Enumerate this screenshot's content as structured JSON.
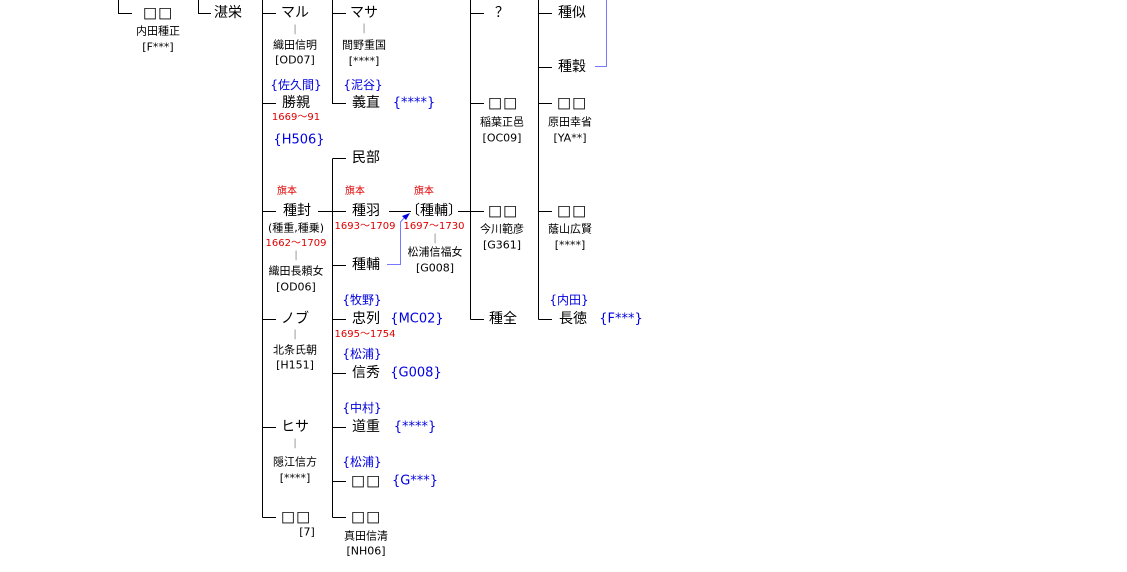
{
  "gen1": {
    "name": "□□",
    "spouse": "内田種正",
    "code": "[F***]"
  },
  "gen2": {
    "name": "湛栄"
  },
  "gen3": {
    "maru": {
      "name": "マル",
      "spouse": "織田信明",
      "code": "[OD07]"
    },
    "katsuchika": {
      "adopt": "{佐久間}",
      "name": "勝親",
      "years": "1669～91",
      "code": "{H506}"
    },
    "tanekane": {
      "rank": "旗本",
      "name": "種封",
      "alias": "(種重,種乗)",
      "years": "1662～1709",
      "spouse": "織田長頼女",
      "code": "[OD06]"
    },
    "nobu": {
      "name": "ノブ",
      "spouse": "北条氏朝",
      "code": "[H151]"
    },
    "hisa": {
      "name": "ヒサ",
      "spouse": "隠江信方",
      "code": "[****]"
    },
    "unknown": {
      "name": "□□",
      "code": "[7]"
    }
  },
  "gen4": {
    "masa": {
      "name": "マサ",
      "spouse": "間野重国",
      "code": "[****]"
    },
    "yoshinao": {
      "adopt": "{泥谷}",
      "name": "義直",
      "code": "{****}"
    },
    "minbu": {
      "name": "民部"
    },
    "taneha": {
      "rank": "旗本",
      "name": "種羽",
      "years": "1693～1709"
    },
    "tanesuke": {
      "name": "種輔"
    },
    "tadatsura": {
      "adopt": "{牧野}",
      "name": "忠列",
      "code": "{MC02}",
      "years": "1695～1754"
    },
    "nobuhide": {
      "adopt": "{松浦}",
      "name": "信秀",
      "code": "{G008}"
    },
    "michishige": {
      "adopt": "{中村}",
      "name": "道重",
      "code": "{****}"
    },
    "unknown1": {
      "adopt": "{松浦}",
      "name": "□□",
      "code": "{G***}"
    },
    "unknown2": {
      "name": "□□",
      "spouse": "真田信清",
      "code": "[NH06]"
    }
  },
  "gen4b": {
    "rank": "旗本",
    "name": "〔種輔〕",
    "years": "1697～1730",
    "spouse": "松浦信福女",
    "code": "[G008]"
  },
  "gen5": {
    "q": {
      "name": "？"
    },
    "a": {
      "name": "□□",
      "spouse": "稲葉正邑",
      "code": "[OC09]"
    },
    "b": {
      "name": "□□",
      "spouse": "今川範彦",
      "code": "[G361]"
    },
    "tanezen": {
      "name": "種全"
    }
  },
  "gen6": {
    "tanenori": {
      "name": "種似"
    },
    "tanekoku": {
      "name": "種穀"
    },
    "a": {
      "name": "□□",
      "spouse": "原田幸省",
      "code": "[YA**]"
    },
    "b": {
      "name": "□□",
      "spouse": "蔭山広賢",
      "code": "[****]"
    },
    "nagatoku": {
      "adopt": "{内田}",
      "name": "長徳",
      "code": "{F***}"
    }
  },
  "colors": {
    "line": "#000000",
    "link": "#7777ff",
    "arrow": "#0000e0",
    "red": "#e00000",
    "blue": "#0000e0"
  }
}
